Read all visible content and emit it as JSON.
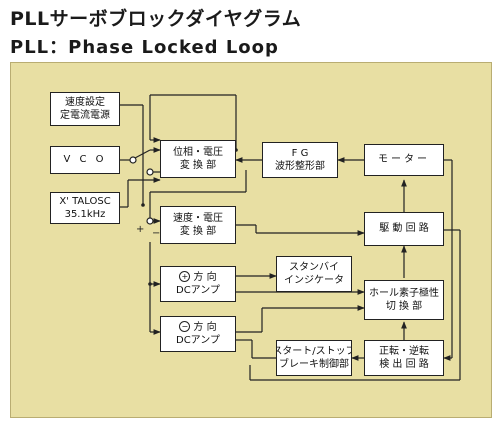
{
  "title": "PLLサーボブロックダイヤグラム",
  "subtitle": "PLL：Phase Locked Loop",
  "blocks": {
    "speed_setting": {
      "line1": "速度設定",
      "line2": "定電流電源"
    },
    "vco": {
      "line1": "V C O"
    },
    "xtal": {
      "line1": "X' TALOSC",
      "line2": "35.1kHz"
    },
    "phase_voltage": {
      "line1": "位相・電圧",
      "line2": "変 換 部"
    },
    "fg": {
      "line1": "F G",
      "line2": "波形整形部"
    },
    "motor": {
      "line1": "モーター"
    },
    "speed_voltage": {
      "line1": "速度・電圧",
      "line2": "変 換 部"
    },
    "drive": {
      "line1": "駆 動 回 路"
    },
    "standby": {
      "line1": "スタンバイ",
      "line2": "インジケータ"
    },
    "plus_dc": {
      "sign": "+",
      "line1": "方 向",
      "line2": "DCアンプ"
    },
    "hall": {
      "line1": "ホール素子極性",
      "line2": "切 換 部"
    },
    "minus_dc": {
      "sign": "−",
      "line1": "方 向",
      "line2": "DCアンプ"
    },
    "start_stop": {
      "line1": "スタート/ストップ",
      "line2": "ブレーキ制御部"
    },
    "rev_detect": {
      "line1": "正転・逆転",
      "line2": "検 出 回 路"
    }
  },
  "junction_signs": {
    "plus": "+",
    "minus": "−"
  }
}
